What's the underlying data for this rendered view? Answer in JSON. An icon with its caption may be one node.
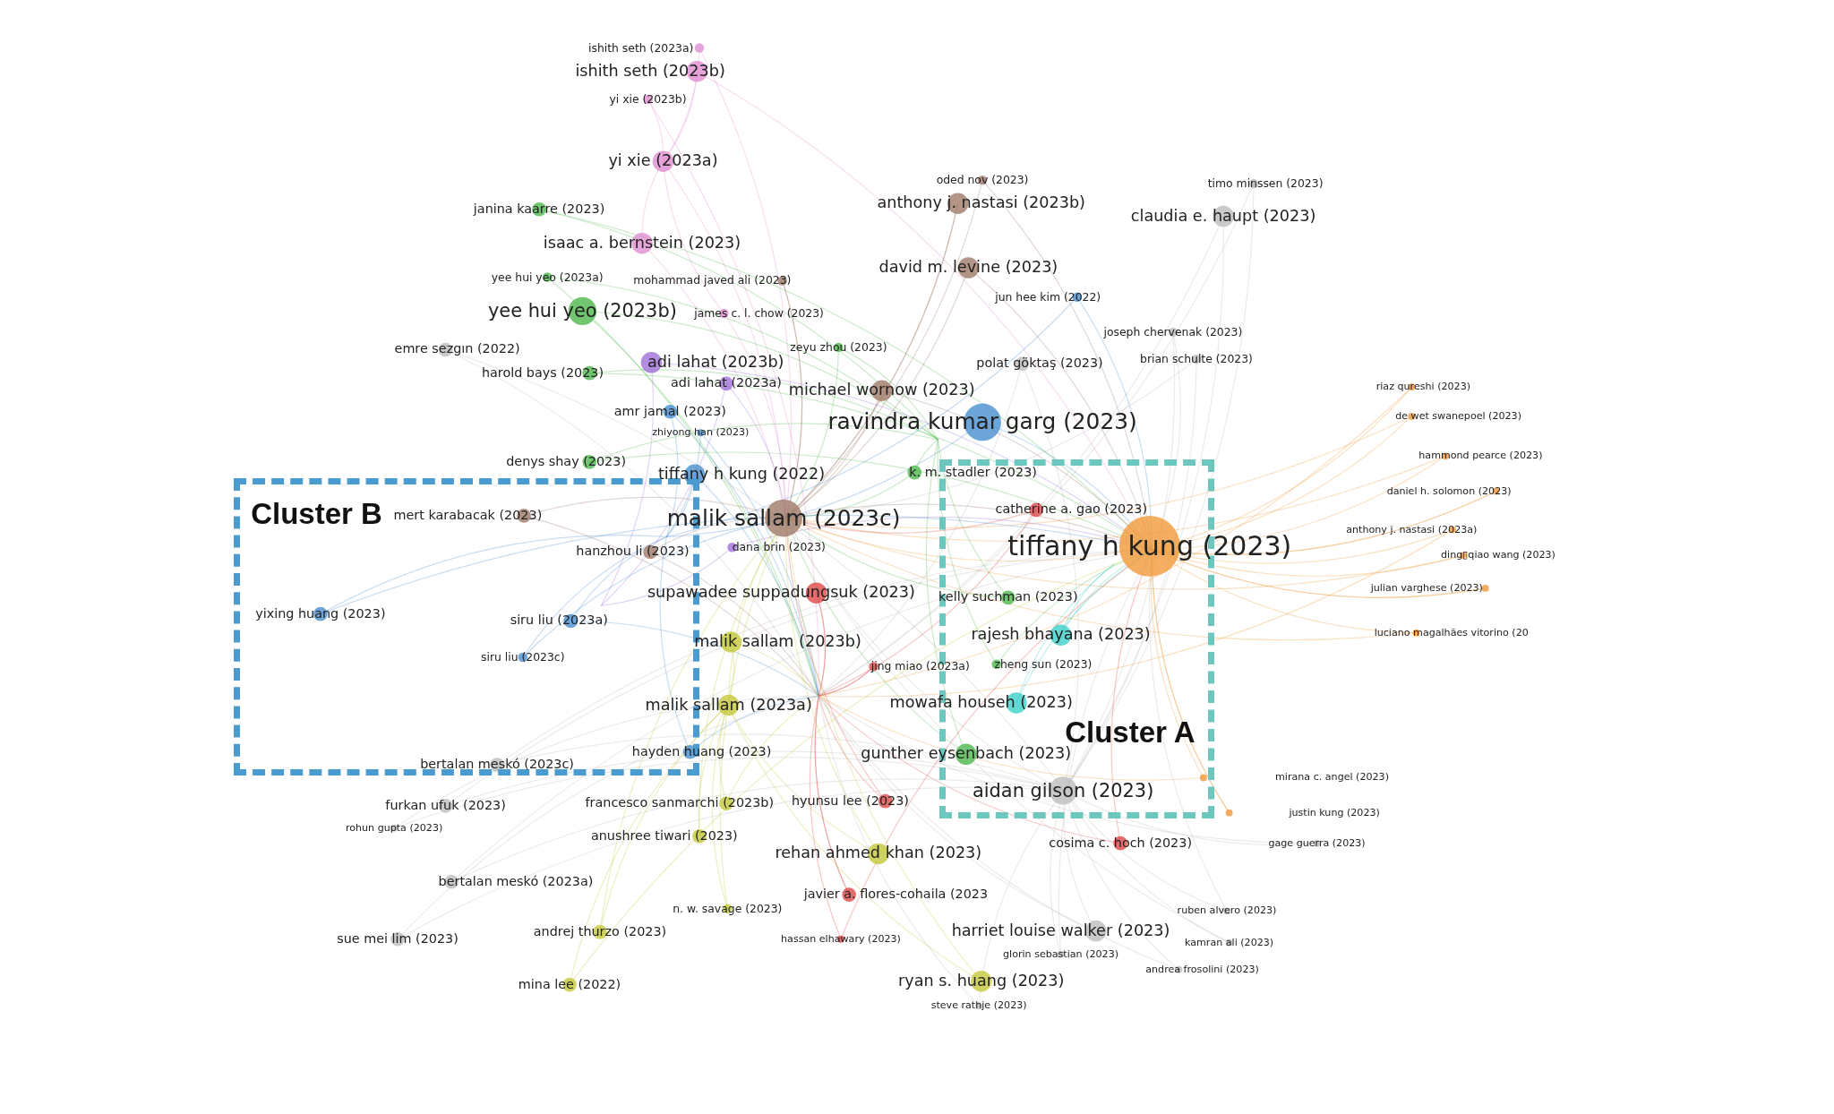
{
  "diagram": {
    "nodes": [
      {
        "text": [
          "Cluster B"
        ]
      },
      {
        "text": [
          "Cluster A"
        ]
      }
    ],
    "labels": [
      "ishith seth (2023a)",
      "ishith seth (2023b)",
      "yi xie (2023b)",
      "yi xie (2023a)",
      "oded nov (2023)",
      "timo minssen (2023)",
      "anthony j. nastasi (2023b)",
      "janina kaarre (2023)",
      "claudia e. haupt (2023)",
      "isaac a. bernstein (2023)",
      "david m. levine (2023)",
      "yee hui yeo (2023a)",
      "mohammad javed ali (2023)",
      "jun hee kim (2022)",
      "yee hui yeo (2023b)",
      "james c. l. chow (2023)",
      "joseph chervenak (2023)",
      "emre sezgın (2022)",
      "zeyu zhou (2023)",
      "adi lahat (2023b)",
      "polat göktaş (2023)",
      "brian schulte (2023)",
      "harold bays (2023)",
      "riaz qureshi (2023)",
      "adi lahat (2023a)",
      "michael wornow (2023)",
      "amr jamal (2023)",
      "de wet swanepoel (2023)",
      "ravindra kumar garg (2023)",
      "zhiyong han (2023)",
      "hammond pearce (2023)",
      "denys shay (2023)",
      "tiffany h kung (2022)",
      "k. m. stadler (2023)",
      "daniel h. solomon (2023)",
      "mert karabacak (2023)",
      "catherine a. gao (2023)",
      "malik sallam (2023c)",
      "anthony j. nastasi (2023a)",
      "tiffany h kung (2023)",
      "dana brin (2023)",
      "hanzhou li (2023)",
      "ding▯qiao wang (2023)",
      "julian varghese (2023)",
      "supawadee suppadungsuk (2023)",
      "kelly suchman (2023)",
      "yixing huang (2023)",
      "siru liu (2023a)",
      "luciano magalhães vitorino (20",
      "rajesh bhayana (2023)",
      "malik sallam (2023b)",
      "siru liu (2023c)",
      "zheng sun (2023)",
      "jing miao (2023a)",
      "malik sallam (2023a)",
      "mowafa househ (2023)",
      "hayden huang (2023)",
      "gunther eysenbach (2023)",
      "bertalan meskó (2023c)",
      "mirana c. angel (2023)",
      "aidan gilson (2023)",
      "furkan ufuk (2023)",
      "francesco sanmarchi (2023b)",
      "hyunsu lee (2023)",
      "justin kung (2023)",
      "rohun gupta (2023)",
      "anushree tiwari (2023)",
      "cosima c. hoch (2023)",
      "gage guerra (2023)",
      "rehan ahmed khan (2023)",
      "bertalan meskó (2023a)",
      "javier a. flores-cohaila (2023",
      "n. w. savage (2023)",
      "ruben alvero (2023)",
      "harriet louise walker (2023)",
      "andrej thurzo (2023)",
      "hassan elhawary (2023)",
      "sue mei lim (2023)",
      "kamran ali (2023)",
      "glorin sebastian (2023)",
      "andrea frosolini (2023)",
      "ryan s. huang (2023)",
      "mina lee (2022)",
      "steve rathje (2023)"
    ]
  }
}
